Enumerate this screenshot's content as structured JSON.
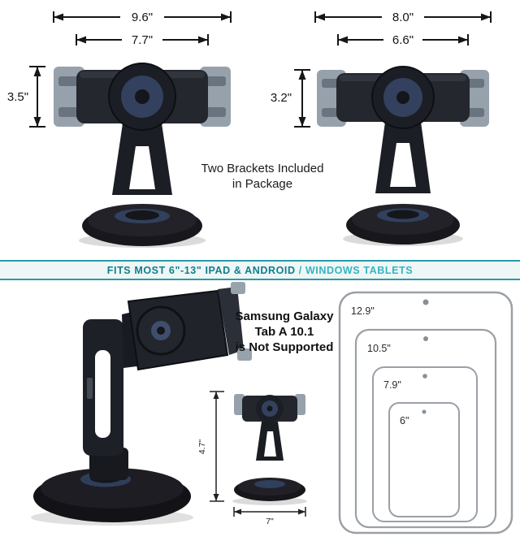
{
  "top": {
    "left_stand": {
      "outer_width": "9.6\"",
      "inner_width": "7.7\"",
      "bracket_height": "3.5\""
    },
    "right_stand": {
      "outer_width": "8.0\"",
      "inner_width": "6.6\"",
      "bracket_height": "3.2\""
    },
    "note": {
      "line1": "Two Brackets Included",
      "line2": "in Package"
    }
  },
  "banner": {
    "primary": "FITS MOST 6\"-13\" IPAD & ANDROID ",
    "secondary": "/ WINDOWS TABLETS",
    "primary_color": "#0f7f8d",
    "secondary_color": "#35b4c1",
    "line_color": "#2b9aa6"
  },
  "bottom": {
    "warning": {
      "line1": "Samsung Galaxy",
      "line2": "Tab A 10.1",
      "line3": "is Not Supported"
    },
    "small_stand_dims": {
      "height": "4.7\"",
      "base_width": "7\""
    },
    "tablet_sizes": [
      "12.9\"",
      "10.5\"",
      "7.9\"",
      "6\""
    ]
  },
  "colors": {
    "stand_body": "#23262c",
    "clamp_gray": "#97a1ac",
    "accent_navy": "#33415e"
  }
}
